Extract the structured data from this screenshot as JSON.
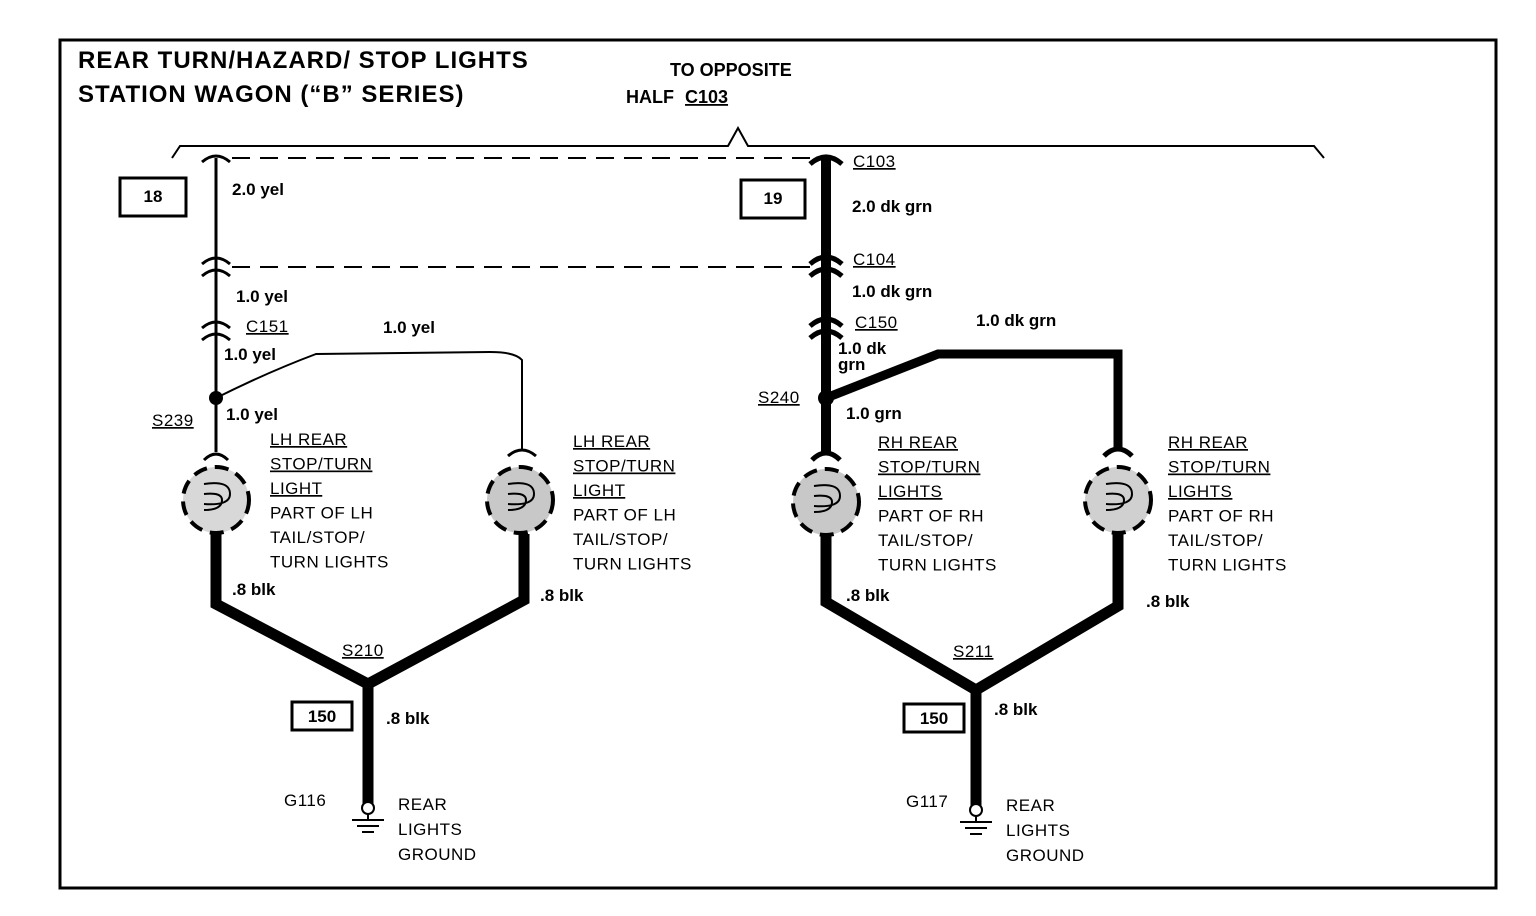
{
  "title": {
    "line1": "REAR TURN/HAZARD/ STOP LIGHTS",
    "line2": "STATION WAGON (“B” SERIES)"
  },
  "opposite": {
    "line1": "TO OPPOSITE",
    "line2": "HALF",
    "connector": "C103"
  },
  "left": {
    "box_top": "18",
    "wire_top": "2.0 yel",
    "wire_mid": "1.0 yel",
    "connector_c151": "C151",
    "wire_branch": "1.0 yel",
    "wire_to_splice": "1.0 yel",
    "splice": "S239",
    "wire_below_splice": "1.0 yel",
    "lamp1": [
      "LH REAR",
      "STOP/TURN",
      "LIGHT",
      "PART OF LH",
      "TAIL/STOP/",
      "TURN LIGHTS"
    ],
    "lamp2": [
      "LH REAR",
      "STOP/TURN",
      "LIGHT",
      "PART OF LH",
      "TAIL/STOP/",
      "TURN LIGHTS"
    ],
    "blk1": ".8 blk",
    "blk2": ".8 blk",
    "ground_splice": "S210",
    "box_ground": "150",
    "blk_ground": ".8 blk",
    "ground_id": "G116",
    "ground_label": [
      "REAR",
      "LIGHTS",
      "GROUND"
    ]
  },
  "right": {
    "connector_c103": "C103",
    "box_top": "19",
    "wire_top": "2.0 dk grn",
    "connector_c104": "C104",
    "wire_mid": "1.0 dk grn",
    "connector_c150": "C150",
    "wire_branch": "1.0 dk grn",
    "wire_to_splice_1": "1.0 dk",
    "wire_to_splice_2": "grn",
    "splice": "S240",
    "wire_below_splice": "1.0 grn",
    "lamp1": [
      "RH REAR",
      "STOP/TURN",
      "LIGHTS",
      "PART OF RH",
      "TAIL/STOP/",
      "TURN LIGHTS"
    ],
    "lamp2": [
      "RH REAR",
      "STOP/TURN",
      "LIGHTS",
      "PART OF RH",
      "TAIL/STOP/",
      "TURN LIGHTS"
    ],
    "blk1": ".8 blk",
    "blk2": ".8 blk",
    "ground_splice": "S211",
    "box_ground": "150",
    "blk_ground": ".8 blk",
    "ground_id": "G117",
    "ground_label": [
      "REAR",
      "LIGHTS",
      "GROUND"
    ]
  }
}
